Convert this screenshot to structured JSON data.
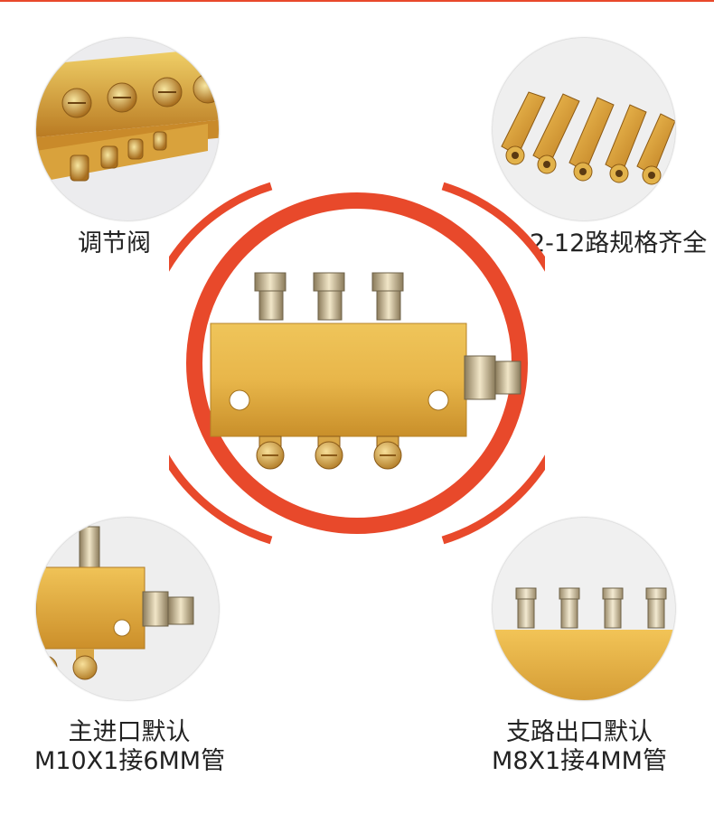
{
  "accent_color": "#e8492b",
  "features": [
    {
      "id": "valve",
      "lines": [
        "调节阀"
      ],
      "icon": "adjusting-valve-photo"
    },
    {
      "id": "sizes",
      "lines": [
        "2-12路规格齐全"
      ],
      "icon": "distributor-range-photo"
    },
    {
      "id": "main-inlet",
      "lines": [
        "主进口默认",
        "M10X1接6MM管"
      ],
      "icon": "main-inlet-closeup-photo"
    },
    {
      "id": "branch-outlet",
      "lines": [
        "支路出口默认",
        "M8X1接4MM管"
      ],
      "icon": "branch-outlet-closeup-photo"
    }
  ],
  "center_product": {
    "icon": "oil-distributor-block-photo"
  }
}
